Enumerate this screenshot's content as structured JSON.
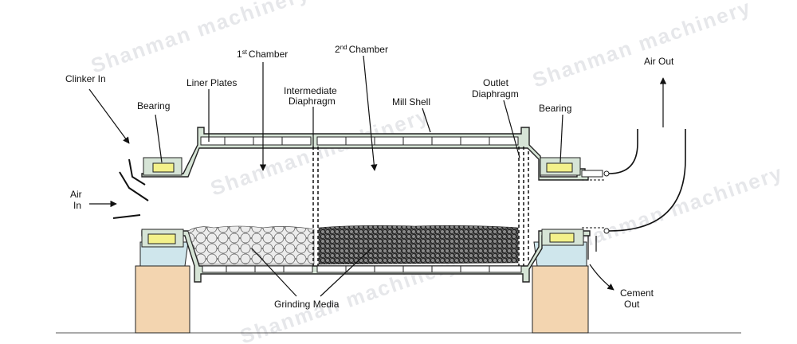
{
  "diagram": {
    "labels": {
      "clinker_in": "Clinker In",
      "bearing_left": "Bearing",
      "liner_plates": "Liner Plates",
      "chamber1": "Chamber",
      "chamber1_sup": "st",
      "chamber1_num": "1",
      "intermediate_diaphragm_1": "Intermediate",
      "intermediate_diaphragm_2": "Diaphragm",
      "chamber2": "Chamber",
      "chamber2_sup": "nd",
      "chamber2_num": "2",
      "mill_shell": "Mill Shell",
      "outlet_diaphragm_1": "Outlet",
      "outlet_diaphragm_2": "Diaphragm",
      "bearing_right": "Bearing",
      "air_out": "Air Out",
      "air_in_1": "Air",
      "air_in_2": "In",
      "cement_out_1": "Cement",
      "cement_out_2": "Out",
      "grinding_media": "Grinding Media"
    },
    "watermark": "Shanman machinery",
    "colors": {
      "shell": "#d6e4d6",
      "bearing": "#f3f18a",
      "support": "#f3d5b0",
      "support_top": "#cfe6ec",
      "media_large": "#e9e9e9",
      "media_small": "#555555"
    }
  }
}
